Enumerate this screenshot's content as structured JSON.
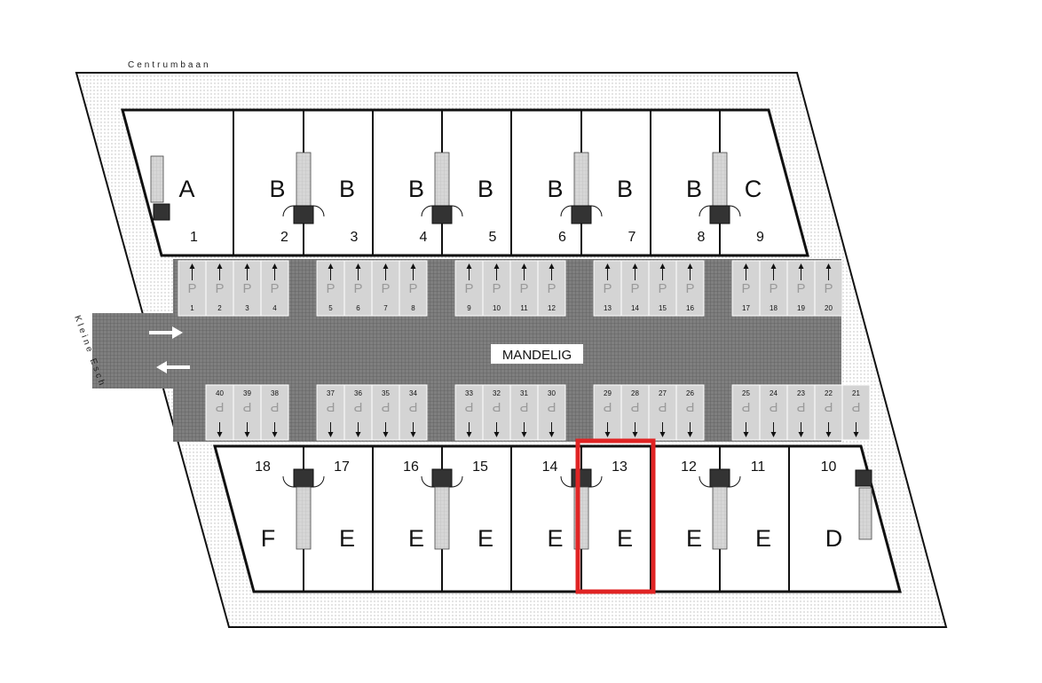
{
  "streets": {
    "top": "Centrumbaan",
    "left": "Kleine Esch"
  },
  "road_label": "MANDELIG",
  "parking_symbol": "P",
  "top_row": [
    {
      "type": "A",
      "number": "1"
    },
    {
      "type": "B",
      "number": "2"
    },
    {
      "type": "B",
      "number": "3"
    },
    {
      "type": "B",
      "number": "4"
    },
    {
      "type": "B",
      "number": "5"
    },
    {
      "type": "B",
      "number": "6"
    },
    {
      "type": "B",
      "number": "7"
    },
    {
      "type": "B",
      "number": "8"
    },
    {
      "type": "C",
      "number": "9"
    }
  ],
  "bottom_row": [
    {
      "type": "F",
      "number": "18"
    },
    {
      "type": "E",
      "number": "17"
    },
    {
      "type": "E",
      "number": "16"
    },
    {
      "type": "E",
      "number": "15"
    },
    {
      "type": "E",
      "number": "14"
    },
    {
      "type": "E",
      "number": "13"
    },
    {
      "type": "E",
      "number": "12"
    },
    {
      "type": "E",
      "number": "11"
    },
    {
      "type": "D",
      "number": "10"
    }
  ],
  "parking_top": [
    "1",
    "2",
    "3",
    "4",
    "5",
    "6",
    "7",
    "8",
    "9",
    "10",
    "11",
    "12",
    "13",
    "14",
    "15",
    "16",
    "17",
    "18",
    "19",
    "20"
  ],
  "parking_bottom": [
    "40",
    "39",
    "38",
    "37",
    "36",
    "35",
    "34",
    "33",
    "32",
    "31",
    "30",
    "29",
    "28",
    "27",
    "26",
    "25",
    "24",
    "23",
    "22",
    "21"
  ],
  "highlighted_lot": "13",
  "colors": {
    "highlight": "#e02424",
    "road": "#8a8a8a",
    "parking": "#d4d4d4"
  }
}
